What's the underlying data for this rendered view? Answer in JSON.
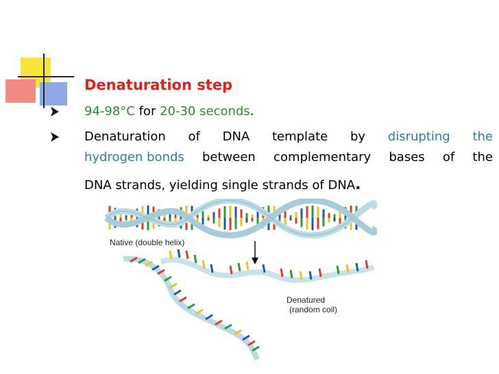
{
  "slide": {
    "title": "Denaturation step",
    "bullets": [
      {
        "parts": [
          {
            "text": "94-98°C",
            "style": "green"
          },
          {
            "text": " for ",
            "style": "plain"
          },
          {
            "text": "20-30 seconds",
            "style": "green"
          },
          {
            "text": ".",
            "style": "plain"
          }
        ]
      },
      {
        "line1_words": [
          "Denaturation",
          "of",
          "DNA",
          "template",
          "by",
          "disrupting",
          "the"
        ],
        "line2_words": [
          "hydrogen bonds",
          "between",
          "complementary",
          "bases",
          "of",
          "the"
        ],
        "line3_text": "DNA strands, yielding single strands of DNA",
        "line3_end": "."
      }
    ]
  },
  "figure": {
    "native_label": "Native (double helix)",
    "denatured_label_1": "Denatured",
    "denatured_label_2": "(random coil)",
    "colors": {
      "backbone": "#b9dbe4",
      "backbone_dark": "#8fb8c6",
      "base_colors": [
        "#e03a2a",
        "#2f9a3a",
        "#f2c21a",
        "#1e5aa8"
      ]
    }
  },
  "decor": {
    "yellow": "#f7e33b",
    "red": "#f28a82",
    "blue": "#8fa9e6",
    "line": "#222222",
    "bullet": "#111111"
  }
}
